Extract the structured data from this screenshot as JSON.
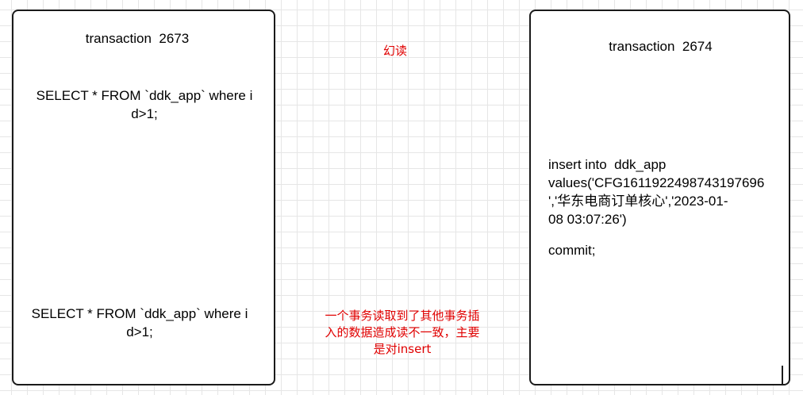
{
  "left_box": {
    "title": "transaction  2673",
    "query_1": "SELECT * FROM `ddk_app` where i\nd>1;",
    "query_2": "SELECT * FROM `ddk_app` where i\nd>1;"
  },
  "right_box": {
    "title": "transaction  2674",
    "insert_statement": "insert into  ddk_app\nvalues('CFG1611922498743197696\n','华东电商订单核心','2023-01-\n08 03:07:26')",
    "commit": "commit;"
  },
  "annotations": {
    "phantom_read": "幻读",
    "note": "一个事务读取到了其他事务插\n入的数据造成读不一致，主要\n是对insert"
  },
  "colors": {
    "annotation_text": "#e00000",
    "box_border": "#1a1a1a",
    "grid_line": "#e6e6e6"
  }
}
